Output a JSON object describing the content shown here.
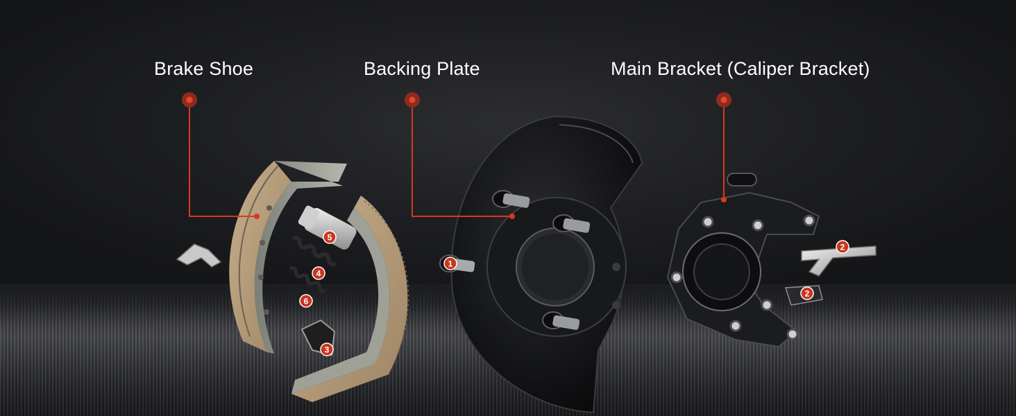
{
  "labels": {
    "brake_shoe": "Brake Shoe",
    "backing_plate": "Backing Plate",
    "main_bracket": "Main Bracket (Caliper Bracket)"
  },
  "badges": {
    "b1": "1",
    "b2a": "2",
    "b2b": "2",
    "b3": "3",
    "b4": "4",
    "b5": "5",
    "b6": "6"
  },
  "colors": {
    "accent": "#d9381e",
    "marker": "#c9361f",
    "shoe_lining": "#b49a78",
    "shoe_metal": "#9a9c90",
    "plate": "#111214"
  }
}
